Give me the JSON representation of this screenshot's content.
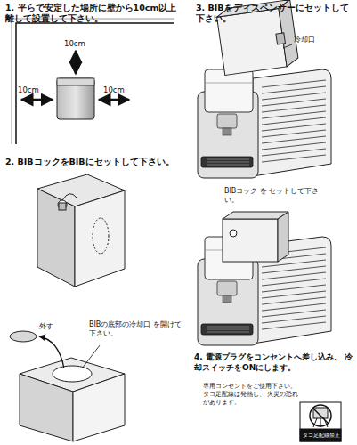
{
  "diagram": {
    "labels": [
      "1. 平らで安定した場所に壁から10cm以上 離して設置して下さい。",
      "10cm",
      "10cm",
      "10cm",
      "2. BIBコックをBIBにセットして下さい。",
      "BIBの底部の冷却口 を開けて下さい。",
      "外す",
      "3. BIBをディスペンサーにセットして下さい。",
      "冷却口",
      "BIBコック を セットして下さい。",
      "4. 電源プラグをコンセントへ差し込み、 冷却スイッチをONにします。",
      "専用コンセントをご使用下さい。タコ足配線は発熱し、 火災の恐れがあります。",
      "タコ足配線禁止"
    ]
  }
}
